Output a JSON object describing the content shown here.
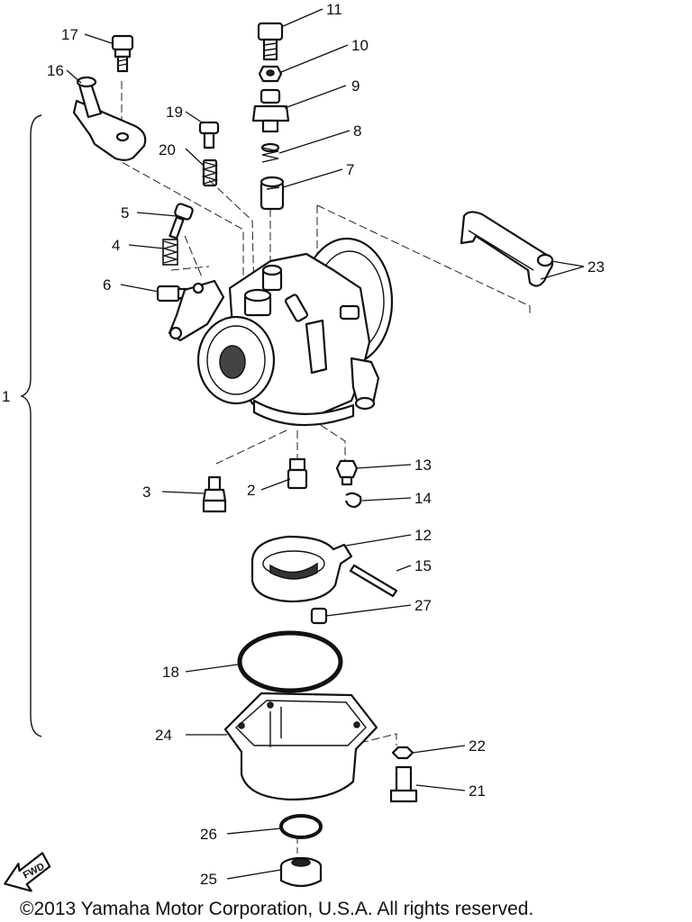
{
  "labels": {
    "p1": "1",
    "p2": "2",
    "p3": "3",
    "p4": "4",
    "p5": "5",
    "p6": "6",
    "p7": "7",
    "p8": "8",
    "p9": "9",
    "p10": "10",
    "p11": "11",
    "p12": "12",
    "p13": "13",
    "p14": "14",
    "p15": "15",
    "p16": "16",
    "p17": "17",
    "p18": "18",
    "p19": "19",
    "p20": "20",
    "p21": "21",
    "p22": "22",
    "p23": "23",
    "p24": "24",
    "p25": "25",
    "p26": "26",
    "p27": "27"
  },
  "fwd_badge": "FWD",
  "copyright": "©2013 Yamaha Motor Corporation, U.S.A. All rights reserved.",
  "icons": [
    "arrow-fwd-icon"
  ]
}
